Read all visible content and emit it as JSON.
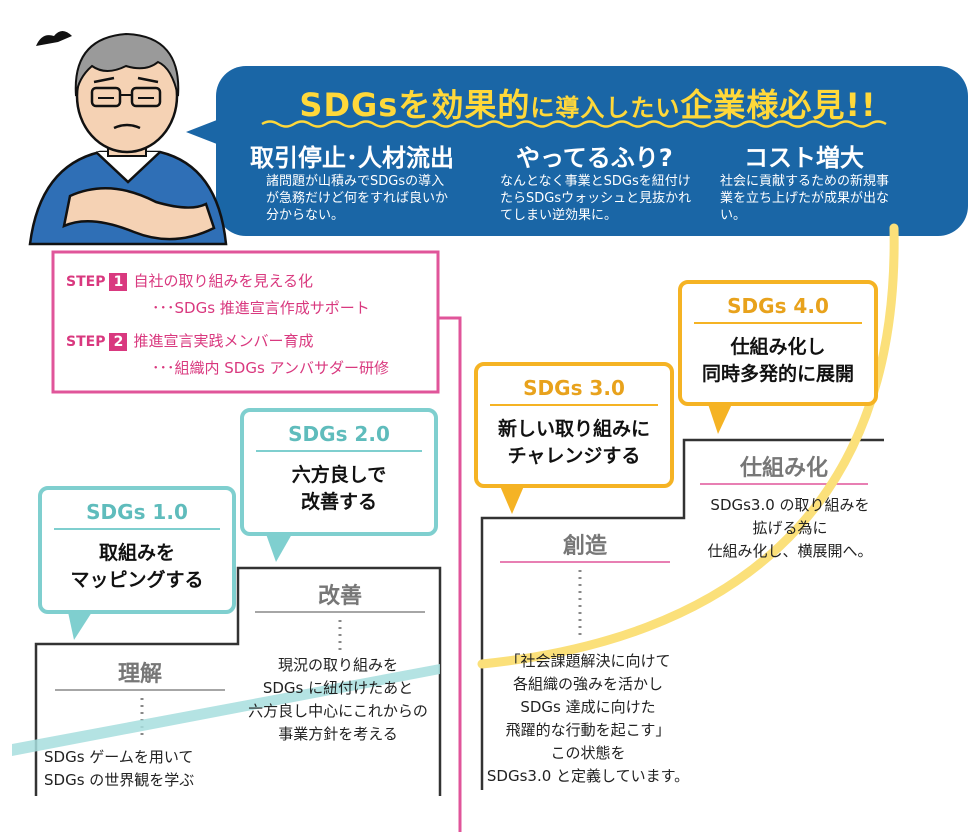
{
  "banner": {
    "title_part1": "SDGsを効果的",
    "title_part2": "に導入したい",
    "title_part3": "企業様必見!!",
    "problems": [
      {
        "title": "取引停止･人材流出",
        "desc": "諸問題が山積みでSDGsの導入が急務だけど何をすれば良いか分からない。"
      },
      {
        "title": "やってるふり?",
        "desc": "なんとなく事業とSDGsを紐付けたらSDGsウォッシュと見抜かれてしまい逆効果に。"
      },
      {
        "title": "コスト増大",
        "desc": "社会に貢献するための新規事業を立ち上げたが成果が出ない。"
      }
    ]
  },
  "steps": [
    {
      "label": "STEP",
      "num": "1",
      "title": "自社の取り組みを見える化",
      "sub": "･･･SDGs 推進宣言作成サポート"
    },
    {
      "label": "STEP",
      "num": "2",
      "title": "推進宣言実践メンバー育成",
      "sub": "･･･組織内 SDGs アンバサダー研修"
    }
  ],
  "stages": [
    {
      "version": "SDGs 1.0",
      "callout_line1": "取組みを",
      "callout_line2": "マッピングする",
      "label": "理解",
      "desc": [
        "SDGs ゲームを用いて",
        "SDGs の世界観を学ぶ"
      ]
    },
    {
      "version": "SDGs 2.0",
      "callout_line1": "六方良しで",
      "callout_line2": "改善する",
      "label": "改善",
      "desc": [
        "現況の取り組みを",
        "SDGs に紐付けたあと",
        "六方良し中心にこれからの",
        "事業方針を考える"
      ]
    },
    {
      "version": "SDGs 3.0",
      "callout_line1": "新しい取り組みに",
      "callout_line2": "チャレンジする",
      "label": "創造",
      "desc": [
        "「社会課題解決に向けて",
        "各組織の強みを活かし",
        "SDGs 達成に向けた",
        "飛躍的な行動を起こす」",
        "この状態を",
        "SDGs3.0 と定義しています。"
      ]
    },
    {
      "version": "SDGs 4.0",
      "callout_line1": "仕組み化し",
      "callout_line2": "同時多発的に展開",
      "label": "仕組み化",
      "desc": [
        "SDGs3.0 の取り組みを",
        "拡げる為に",
        "仕組み化し、横展開へ。"
      ]
    }
  ],
  "colors": {
    "banner": "#1a66a6",
    "accent": "#ffd83a",
    "pink": "#e0559a",
    "teal": "#7fcfcf",
    "gold": "#f5b324"
  },
  "icons": [
    "worried-man-illustration",
    "gloom-cloud-icon"
  ]
}
